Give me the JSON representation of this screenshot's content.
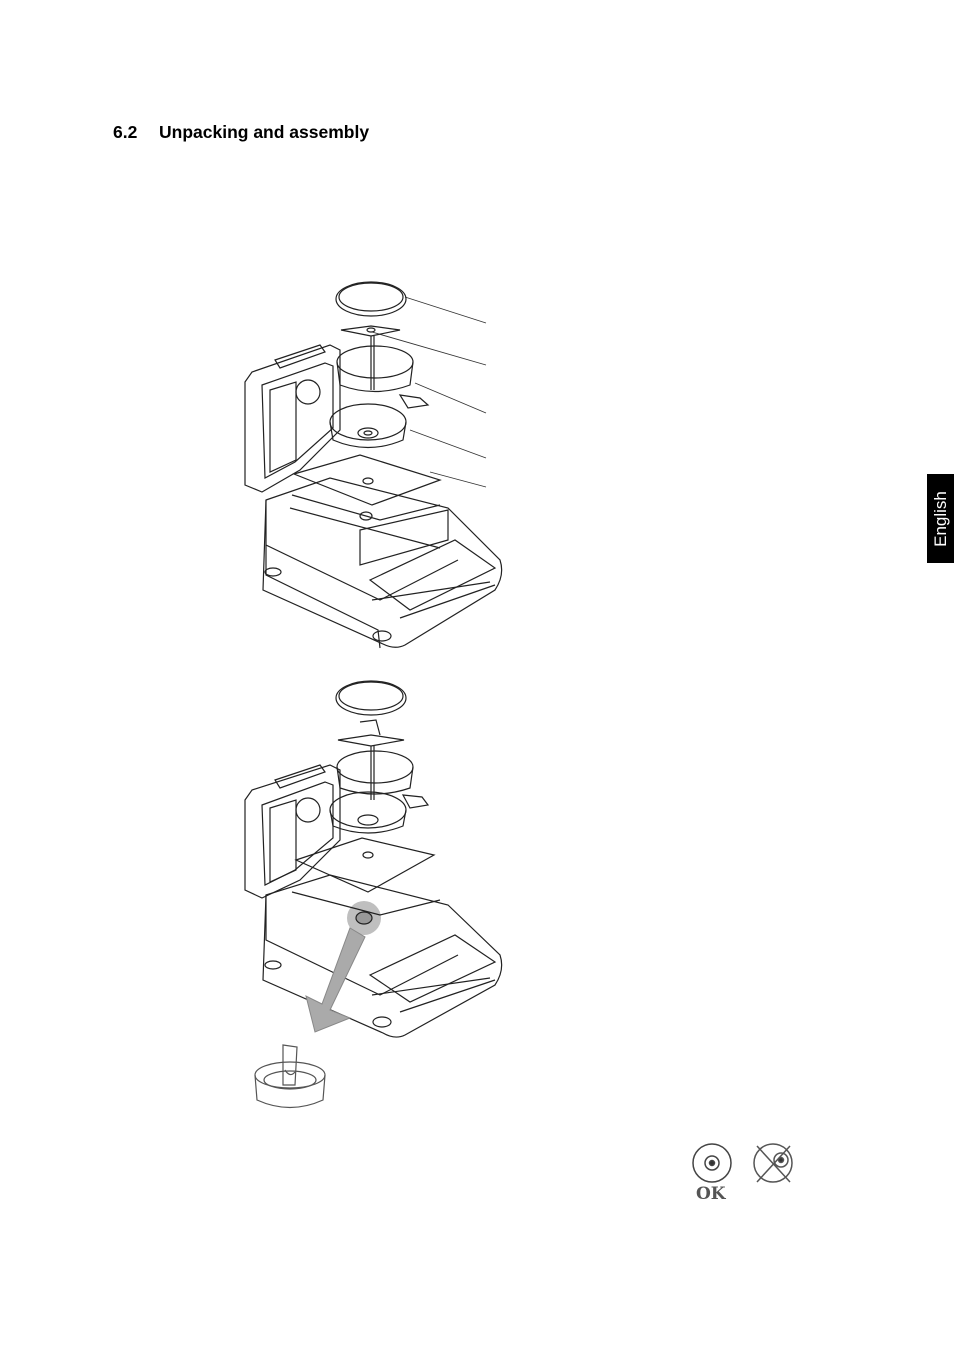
{
  "section": {
    "number": "6.2",
    "title": "Unpacking and assembly"
  },
  "language_tab": "English",
  "level_indicator": {
    "ok_label": "OK"
  }
}
